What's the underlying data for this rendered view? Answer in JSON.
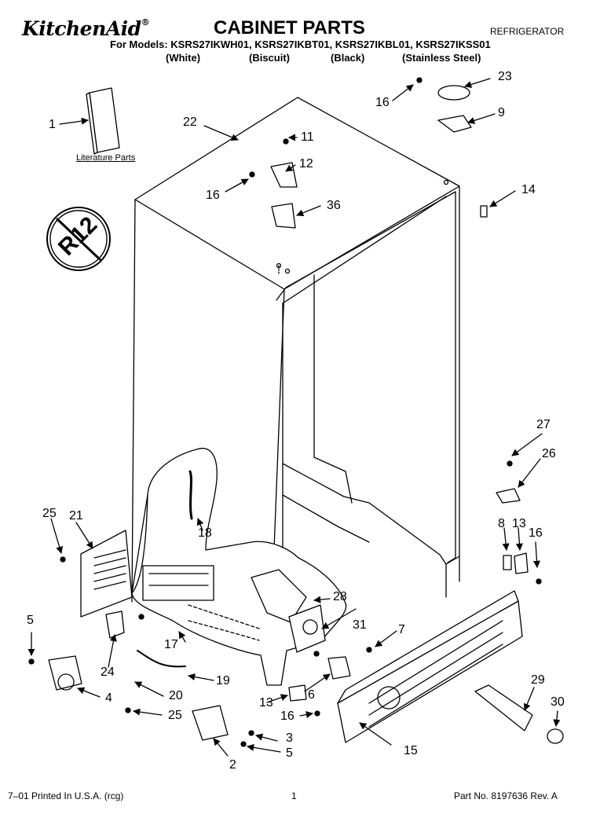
{
  "header": {
    "brand": "KitchenAid",
    "trademark": "®",
    "title": "CABINET PARTS",
    "category": "REFRIGERATOR",
    "models_line": "For Models: KSRS27IKWH01, KSRS27IKBT01, KSRS27IKBL01, KSRS27IKSS01",
    "variants": [
      "(White)",
      "(Biscuit)",
      "(Black)",
      "(Stainless Steel)"
    ]
  },
  "diagram": {
    "literature_label": "Literature Parts",
    "logo_text": "R12",
    "callouts": [
      "1",
      "22",
      "11",
      "12",
      "16",
      "36",
      "16",
      "23",
      "9",
      "14",
      "27",
      "26",
      "8",
      "13",
      "16",
      "25",
      "21",
      "18",
      "28",
      "5",
      "17",
      "31",
      "7",
      "24",
      "19",
      "20",
      "4",
      "25",
      "13",
      "6",
      "16",
      "3",
      "2",
      "5",
      "29",
      "30",
      "15"
    ]
  },
  "footer": {
    "printed": "7–01 Printed In U.S.A. (rcg)",
    "page": "1",
    "part_no": "Part No. 8197636 Rev. A"
  }
}
